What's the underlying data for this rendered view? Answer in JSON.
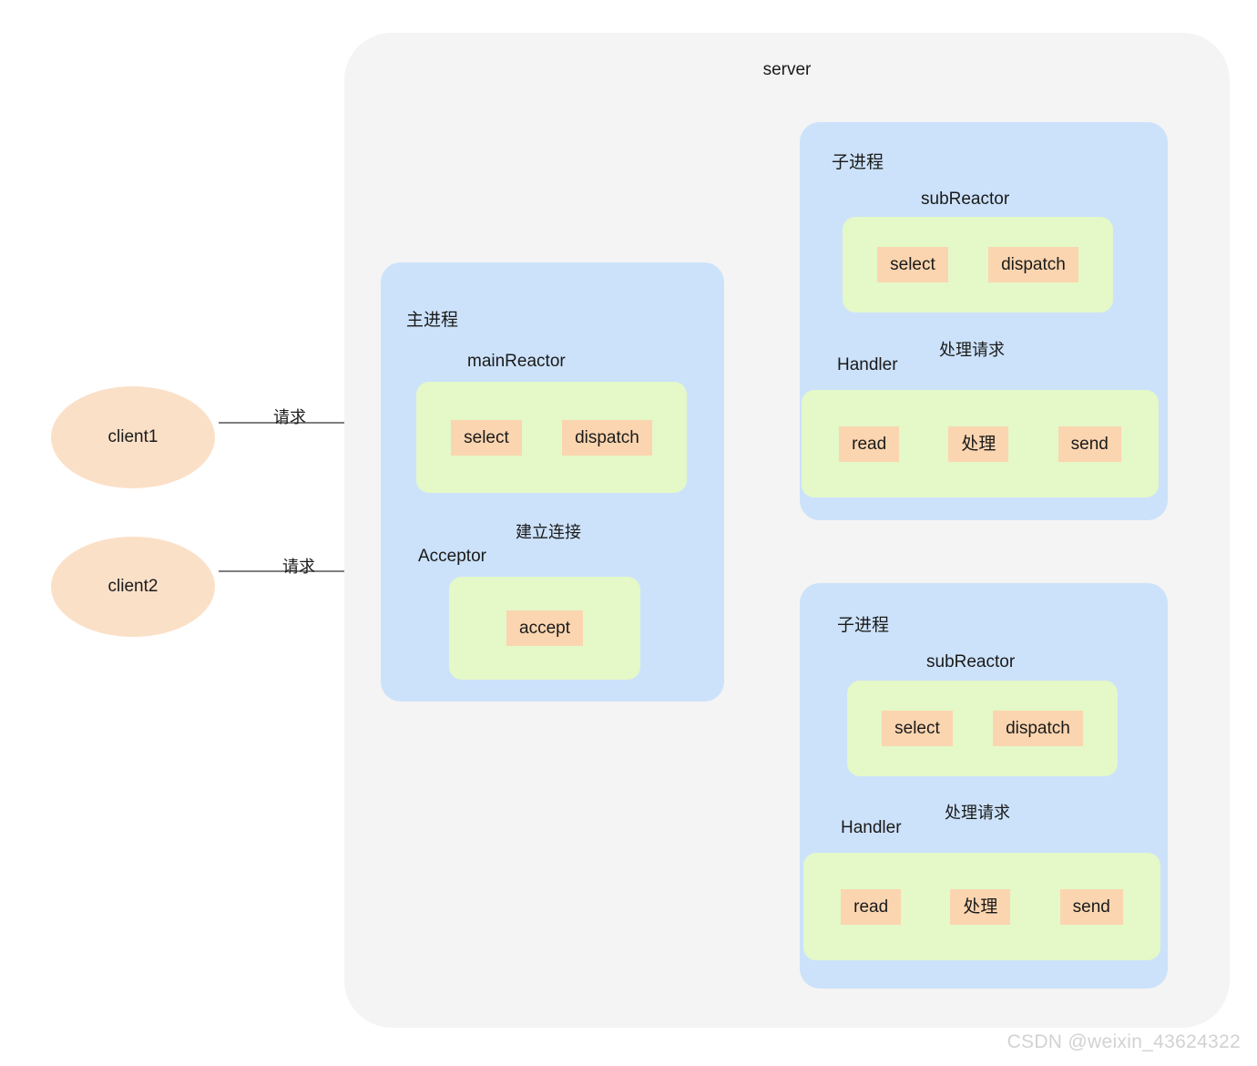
{
  "diagram": {
    "title": "server",
    "watermark": "CSDN @weixin_43624322",
    "colors": {
      "canvas": "#ffffff",
      "server_container": "#f4f4f4",
      "process_box": "#cce2fa",
      "group_panel": "#e4f8c8",
      "chip": "#fbd5b0",
      "client": "#fbe0c8",
      "arrow": "#7f7f7f",
      "text": "#1a1a1a",
      "watermark": "#d2d2d2"
    }
  },
  "clients": [
    {
      "label": "client1",
      "edge_label": "请求"
    },
    {
      "label": "client2",
      "edge_label": "请求"
    }
  ],
  "main_process": {
    "label": "主进程",
    "reactor": {
      "title": "mainReactor",
      "chips": [
        "select",
        "dispatch"
      ]
    },
    "acceptor": {
      "title": "Acceptor",
      "chips": [
        "accept"
      ],
      "incoming_edge_label": "建立连接"
    }
  },
  "sub_processes": [
    {
      "label": "子进程",
      "reactor": {
        "title": "subReactor",
        "chips": [
          "select",
          "dispatch"
        ]
      },
      "handler": {
        "title": "Handler",
        "chips": [
          "read",
          "处理",
          "send"
        ],
        "incoming_edge_label": "处理请求"
      }
    },
    {
      "label": "子进程",
      "reactor": {
        "title": "subReactor",
        "chips": [
          "select",
          "dispatch"
        ]
      },
      "handler": {
        "title": "Handler",
        "chips": [
          "read",
          "处理",
          "send"
        ],
        "incoming_edge_label": "处理请求"
      }
    }
  ]
}
